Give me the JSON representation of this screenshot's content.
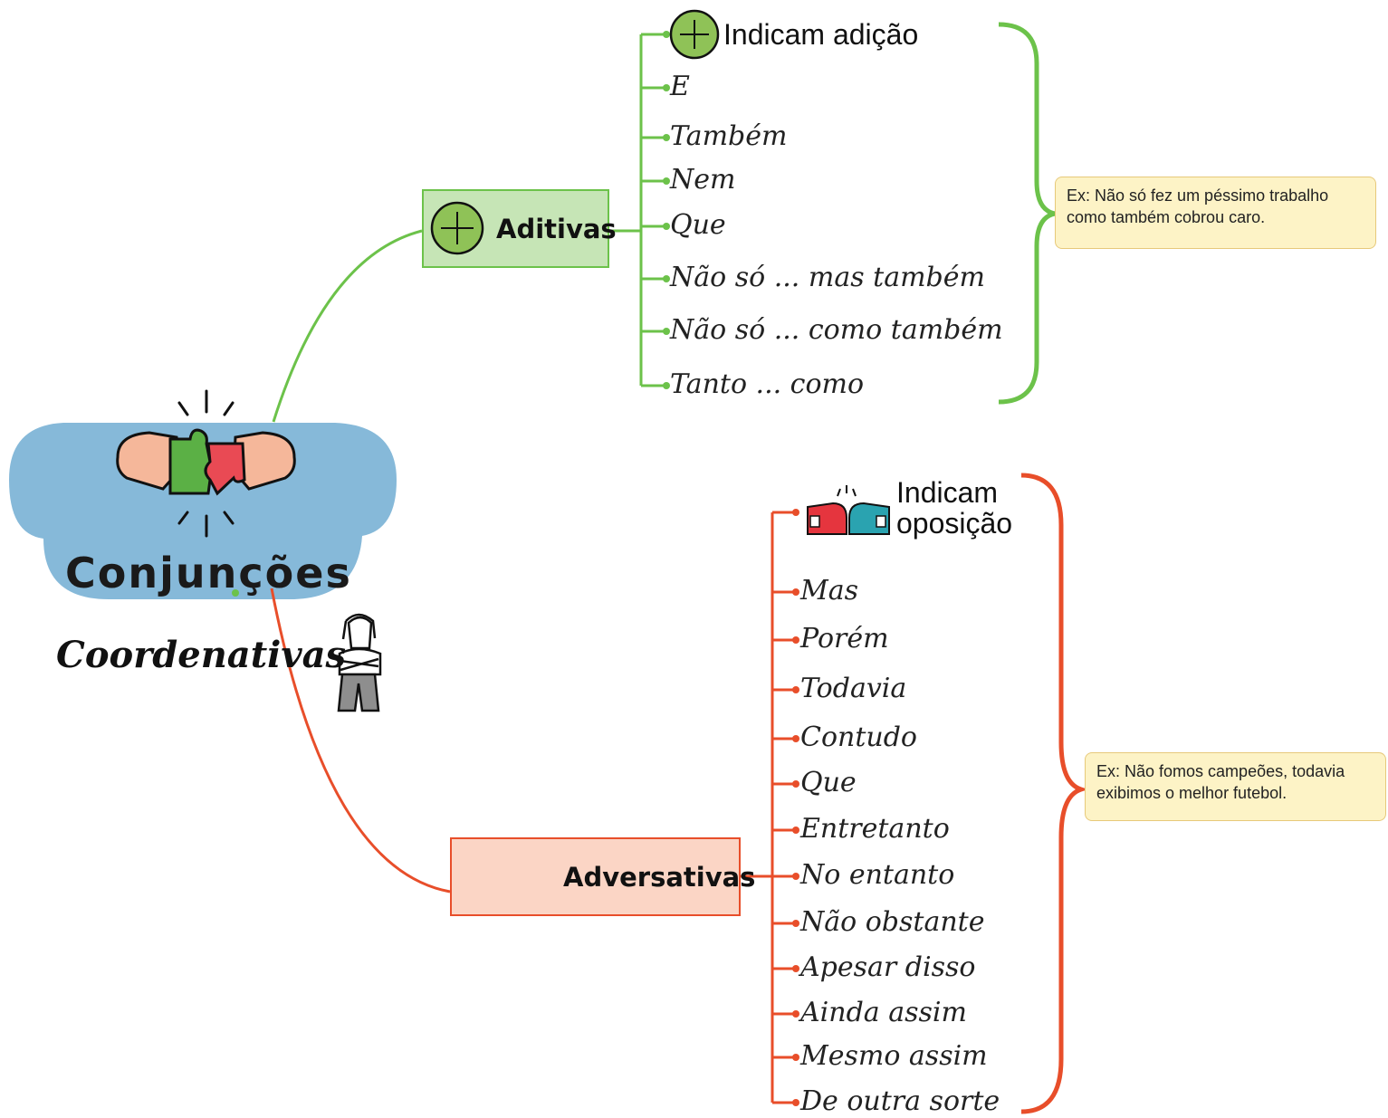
{
  "central": {
    "title": "Conjunções",
    "subtitle": "Coordenativas",
    "cloud_color": "#86b9d9",
    "icon": "puzzle-hands-icon",
    "person_icon": "person-arms-crossed-icon"
  },
  "branches": [
    {
      "label": "Aditivas",
      "icon": "plus-circle-icon",
      "color": "#6cc24a",
      "fill": "#c6e5b6",
      "header": "Indicam adição",
      "items": [
        "E",
        "Também",
        "Nem",
        "Que",
        "Não só ... mas também",
        "Não só ... como também",
        "Tanto ... como"
      ],
      "note": "Ex: Não só fez um péssimo trabalho como também cobrou caro."
    },
    {
      "label": "Adversativas",
      "icon": "boxing-gloves-icon",
      "color": "#e84e2a",
      "fill": "#fbd5c5",
      "header_line1": "Indicam",
      "header_line2": "oposição",
      "items": [
        "Mas",
        "Porém",
        "Todavia",
        "Contudo",
        "Que",
        "Entretanto",
        "No entanto",
        "Não obstante",
        "Apesar disso",
        "Ainda assim",
        "Mesmo assim",
        "De outra sorte"
      ],
      "note": "Ex: Não fomos campeões, todavia exibimos o melhor futebol."
    }
  ]
}
